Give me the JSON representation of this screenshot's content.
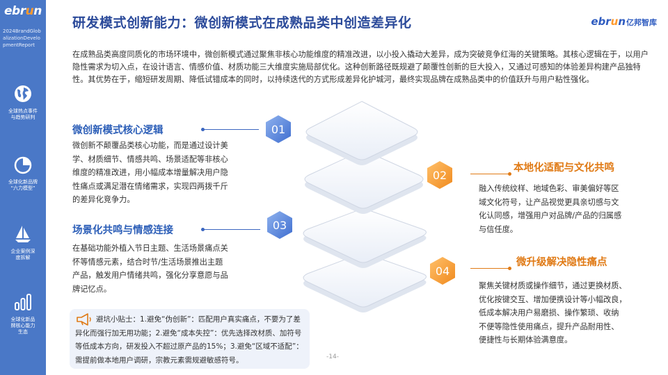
{
  "sidebar": {
    "logo_main": "ebr",
    "logo_u": "u",
    "logo_end": "n",
    "report_lines": [
      "2024BrandGlob",
      "alizationDevelo",
      "pmentReport"
    ],
    "items": [
      {
        "icon": "globe-icon",
        "label_lines": [
          "全球热点事件",
          "与趋势研判"
        ]
      },
      {
        "icon": "pie-chart-icon",
        "label_lines": [
          "全球化新品牌",
          "“六力模型”"
        ]
      },
      {
        "icon": "sailboat-icon",
        "label_lines": [
          "企业案例深",
          "度拆解"
        ]
      },
      {
        "icon": "bar-chart-icon",
        "label_lines": [
          "全球化新品",
          "牌核心能力",
          "生态"
        ]
      }
    ]
  },
  "header": {
    "title": "研发模式创新能力：微创新模式在成熟品类中创造差异化",
    "brand_main": "ebr",
    "brand_u": "u",
    "brand_end": "n",
    "brand_cn": "亿邦智库"
  },
  "intro": "在成熟品类高度同质化的市场环境中，微创新模式通过聚焦非核心功能维度的精准改进，以小投入撬动大差异，成为突破竞争红海的关键策略。其核心逻辑在于，以用户隐性需求为切入点，在设计语言、情感价值、材质功能三大维度实施局部优化。这种创新路径既规避了颠覆性创新的巨大投入，又通过可感知的体验差异构建产品独特性。其优势在于，缩短研发周期、降低试错成本的同时，以持续迭代的方式形成差异化护城河，最终实现品牌在成熟品类中的价值跃升与用户粘性强化。",
  "sections": {
    "s1": {
      "num": "01",
      "title": "微创新模式核心逻辑",
      "lines": [
        "微创新不颠覆品类核心功能，而是通过设计美",
        "学、材质细节、情感共鸣、场景适配等非核心",
        "维度的精准改进，用小幅成本增量解决用户隐",
        "性痛点或满足潜在情绪需求，实现四两拨千斤",
        "的差异化竞争力。"
      ]
    },
    "s2": {
      "num": "02",
      "title": "本地化适配与文化共鸣",
      "lines": [
        "融入传统纹样、地域色彩、审美偏好等区",
        "域文化符号，让产品视觉更具亲切感与文",
        "化认同感，增强用户对品牌/产品的归属感",
        "与信任度。"
      ]
    },
    "s3": {
      "num": "03",
      "title": "场景化共鸣与情感连接",
      "lines": [
        "在基础功能外植入节日主题、生活场景痛点关",
        "怀等情感元素，结合时节/生活场景推出主题",
        "产品，触发用户情绪共鸣，强化分享意愿与品",
        "牌记忆点。"
      ]
    },
    "s4": {
      "num": "04",
      "title": "微升级解决隐性痛点",
      "lines": [
        "聚焦关键材质或操作细节，通过更换材质、",
        "优化按键交互、增加便携设计等小幅改良，",
        "低成本解决用户易磨损、操作繁琐、收纳",
        "不便等隐性使用痛点，提升产品耐用性、",
        "便捷性与长期体验满意度。"
      ]
    }
  },
  "tip": {
    "icon": "megaphone-icon",
    "text": "避坑小贴士：1.避免“伪创新”：匹配用户真实痛点，不要为了差异化而强行加无用功能；2.避免“成本失控”：优先选择改材质、加符号等低成本方向，研发投入不超过原产品的15%；3.避免“区域不适配”：需提前做本地用户调研，宗教元素需规避敏感符号。"
  },
  "page_number": "-14-",
  "colors": {
    "sidebar": "#4a78c7",
    "title": "#2b4a9a",
    "blue_accent": "#2d5fb8",
    "orange_accent": "#e07a15",
    "tip_bg": "#eef2fa"
  }
}
